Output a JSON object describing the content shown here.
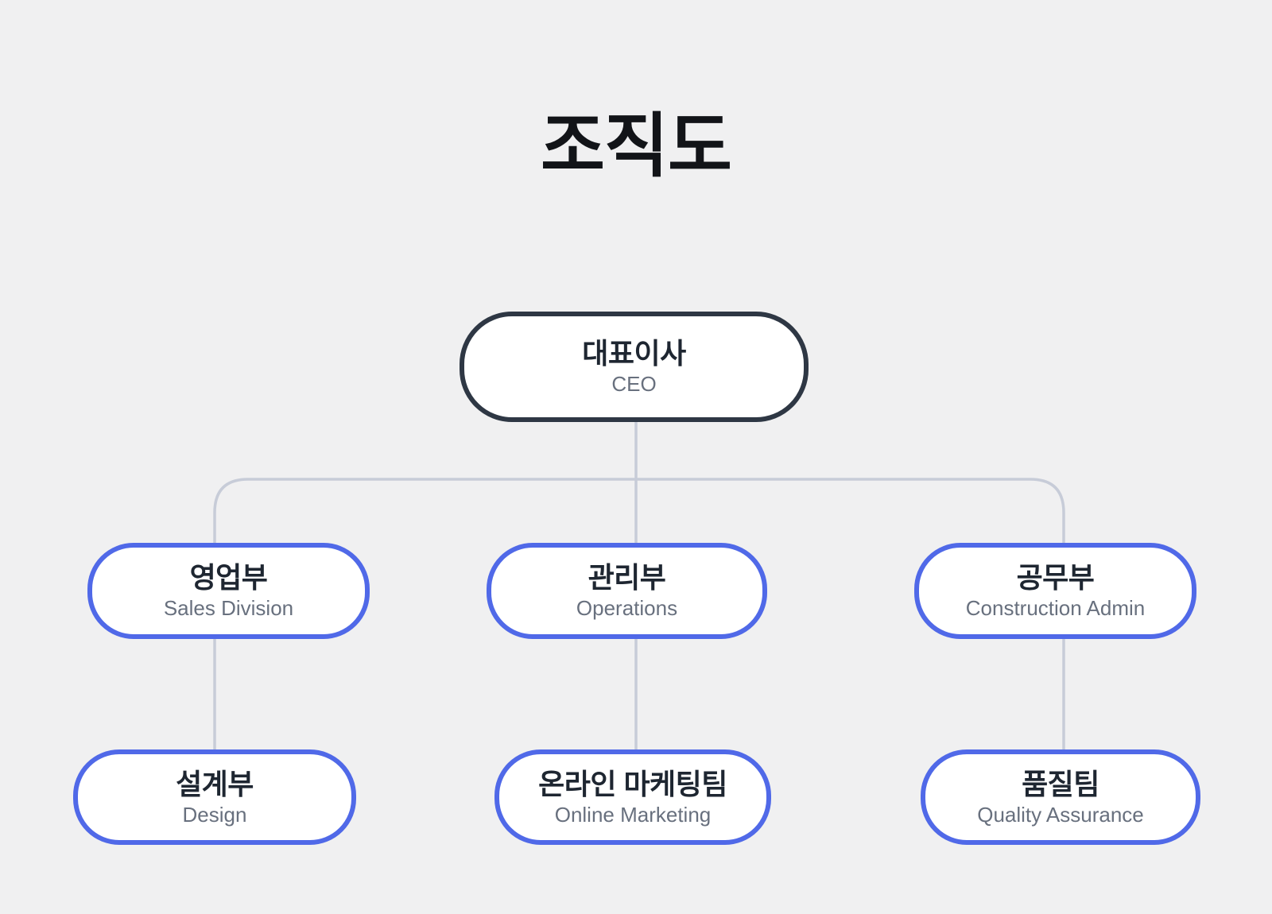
{
  "page": {
    "title": "조직도"
  },
  "colors": {
    "background": "#f0f0f1",
    "node_fill": "#ffffff",
    "ceo_border": "#2e3744",
    "department_border": "#5069e8",
    "connector_line": "#c7ccd8",
    "label_text": "#1e2631",
    "sublabel_text": "#68707e",
    "title_text": "#121418"
  },
  "org_chart": {
    "root": {
      "title": "대표이사",
      "subtitle": "CEO"
    },
    "departments": [
      {
        "title": "영업부",
        "subtitle": "Sales Division"
      },
      {
        "title": "관리부",
        "subtitle": "Operations"
      },
      {
        "title": "공무부",
        "subtitle": "Construction Admin"
      }
    ],
    "teams": [
      {
        "title": "설계부",
        "subtitle": "Design"
      },
      {
        "title": "온라인 마케팅팀",
        "subtitle": "Online Marketing"
      },
      {
        "title": "품질팀",
        "subtitle": "Quality Assurance"
      }
    ]
  }
}
